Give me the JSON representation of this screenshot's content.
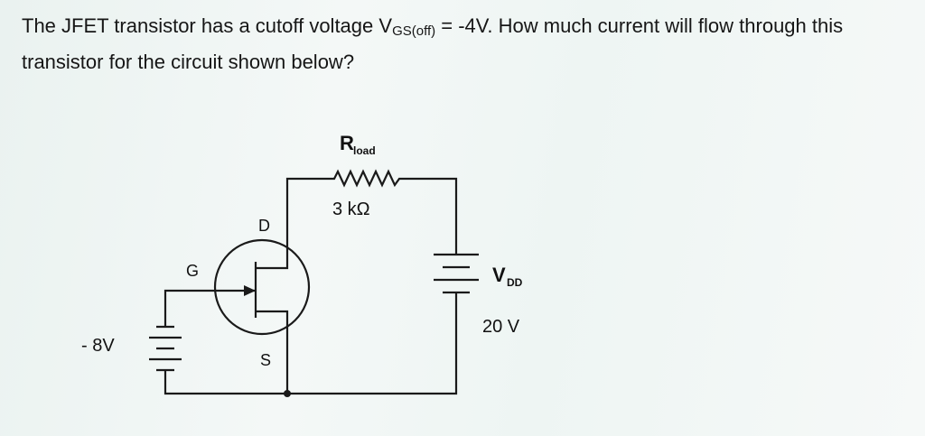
{
  "question": {
    "text_part1": "The JFET transistor has a cutoff voltage V",
    "subscript": "GS(off)",
    "text_part2": " = -4V. How much current will flow through this transistor for the circuit shown below?"
  },
  "circuit": {
    "load_resistor": {
      "symbol": "R",
      "subscript": "load",
      "value": "3 kΩ"
    },
    "jfet_terminals": {
      "drain": "D",
      "gate": "G",
      "source": "S"
    },
    "gate_source": {
      "label": "- 8V"
    },
    "drain_source": {
      "symbol": "V",
      "subscript": "DD",
      "value": "20 V"
    }
  }
}
